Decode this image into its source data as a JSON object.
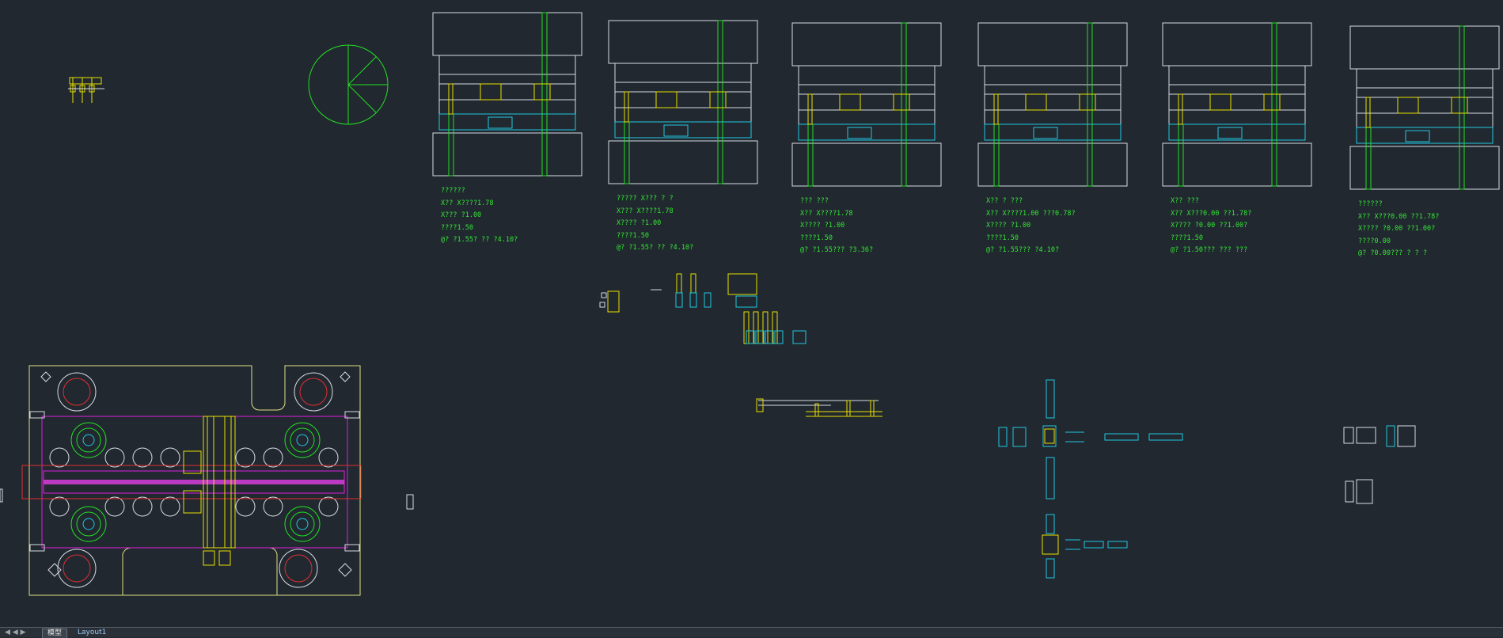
{
  "app": {
    "tabs": [
      {
        "label": "模型"
      },
      {
        "label": "Layout1"
      }
    ],
    "tab_nav": "◀ ◀ ▶"
  },
  "colors": {
    "background": "#212830",
    "line_white": "#d8dde2",
    "line_green": "#22e022",
    "line_yellow": "#e8e000",
    "line_cyan": "#20c8e0",
    "line_red": "#e03030",
    "line_magenta": "#e020e0"
  },
  "annotations": [
    [
      "??????",
      "X?? X????1.78",
      "X??? ?1.00",
      "????1.50",
      "@? ?1.55? ?? ?4.10?"
    ],
    [
      "?????  X??? ? ?",
      "X??? X????1.78",
      "X???? ?1.00",
      "????1.50",
      "@? ?1.55? ?? ?4.10?"
    ],
    [
      "??? ???",
      "X?? X????1.78",
      "X???? ?1.00",
      "????1.50",
      "@? ?1.55??? ?3.36?"
    ],
    [
      "X?? ? ???",
      "X?? X????1.00     ???0.78?",
      "X???? ?1.00",
      "????1.50",
      "@? ?1.55??? ?4.10?"
    ],
    [
      "X?? ???",
      "X?? X???0.00       ??1.78?",
      "X???? ?0.00      ??1.00?",
      "????1.50",
      "@? ?1.50??? ??? ???"
    ],
    [
      "??????",
      "X?? X???0.00       ??1.78?",
      "X???? ?0.00      ??1.00?",
      "????0.00",
      "@? ?0.00??? ? ? ?"
    ]
  ]
}
